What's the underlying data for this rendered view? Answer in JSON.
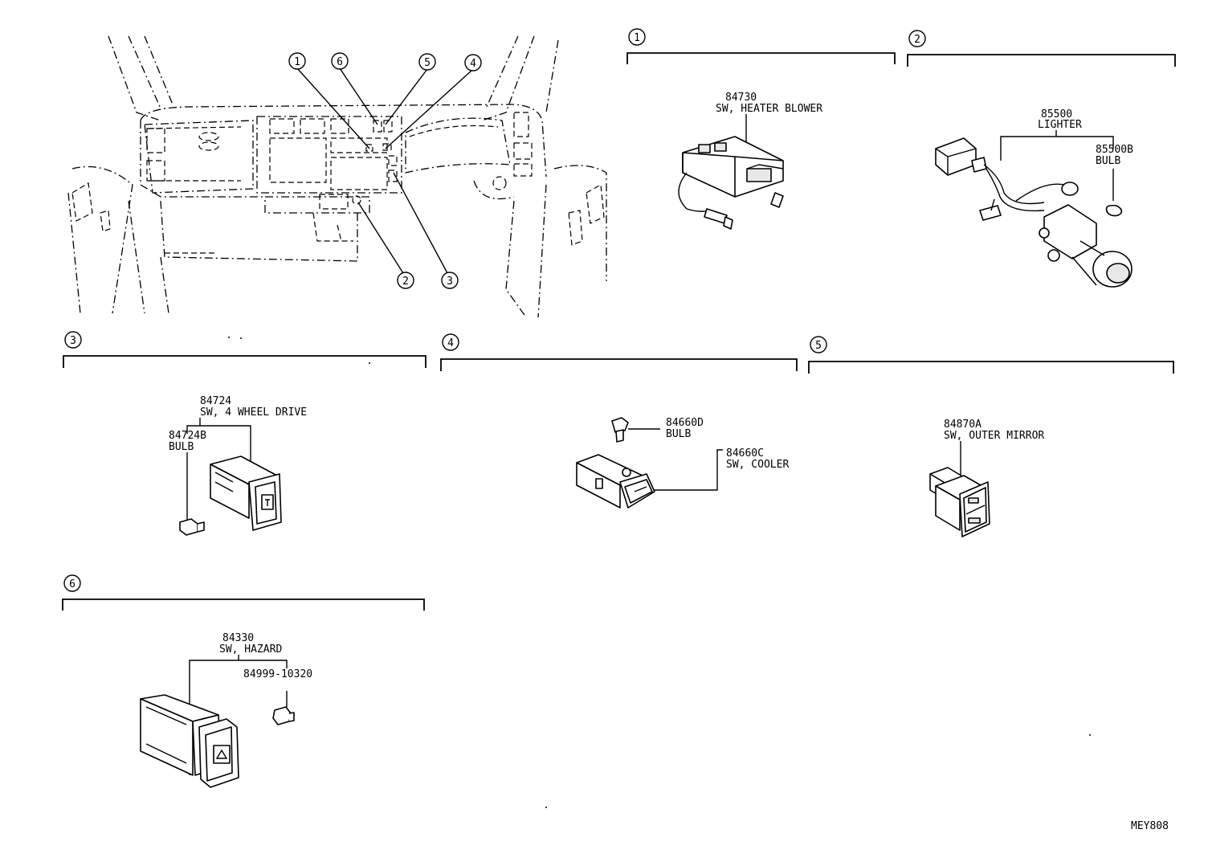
{
  "callout_numbers": [
    "1",
    "2",
    "3",
    "4",
    "5",
    "6"
  ],
  "sections": [
    {
      "id": "1",
      "parts": [
        {
          "number": "84730",
          "name": "SW, HEATER BLOWER"
        }
      ]
    },
    {
      "id": "2",
      "parts": [
        {
          "number": "85500",
          "name": "LIGHTER"
        },
        {
          "number": "85500B",
          "name": "BULB"
        }
      ]
    },
    {
      "id": "3",
      "parts": [
        {
          "number": "84724",
          "name": "SW, 4 WHEEL DRIVE"
        },
        {
          "number": "84724B",
          "name": "BULB"
        }
      ]
    },
    {
      "id": "4",
      "parts": [
        {
          "number": "84660D",
          "name": "BULB"
        },
        {
          "number": "84660C",
          "name": "SW, COOLER"
        }
      ]
    },
    {
      "id": "5",
      "parts": [
        {
          "number": "84870A",
          "name": "SW, OUTER MIRROR"
        }
      ]
    },
    {
      "id": "6",
      "parts": [
        {
          "number": "84330",
          "name": "SW, HAZARD"
        },
        {
          "number": "84999-10320",
          "name": ""
        }
      ]
    }
  ],
  "diagram_code": "MEY808"
}
